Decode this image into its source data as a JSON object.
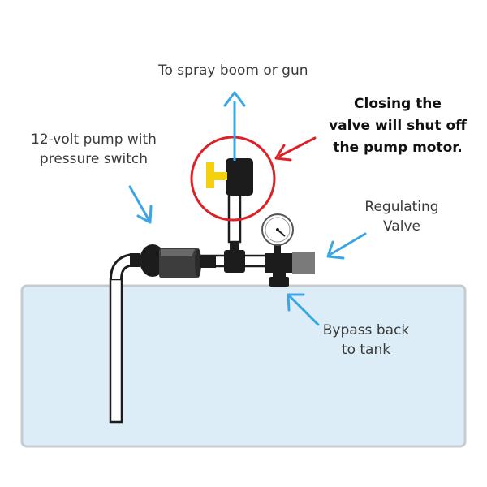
{
  "labels": {
    "spray": "To spray boom or gun",
    "pump": [
      "12-volt pump with",
      "pressure switch"
    ],
    "note": [
      "Closing the",
      "valve will shut off",
      "the pump motor."
    ],
    "regulating": [
      "Regulating",
      "Valve"
    ],
    "bypass": [
      "Bypass back",
      "to tank"
    ]
  },
  "colors": {
    "tank_fill": "#dcedf8",
    "tank_border": "#c4ccd2",
    "arrow_blue": "#3ba6e6",
    "highlight_red": "#dd2127",
    "pipe": "#1c1c1c",
    "valve_handle": "#f4d10f",
    "pump_body": "#3d3d3d",
    "regulator_gray": "#7a7a7a"
  }
}
